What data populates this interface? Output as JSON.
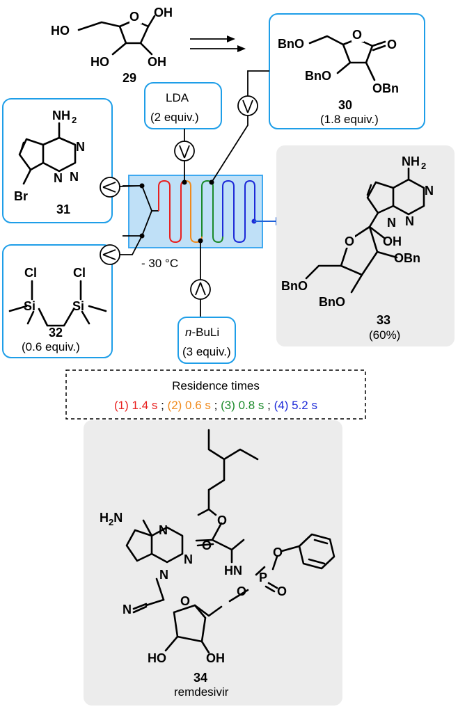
{
  "compounds": {
    "c29": {
      "number": "29"
    },
    "c30": {
      "number": "30",
      "equiv": "(1.8 equiv.)"
    },
    "c31": {
      "number": "31"
    },
    "c32": {
      "number": "32",
      "equiv": "(0.6 equiv.)"
    },
    "c33": {
      "number": "33",
      "yield": "(60%)"
    },
    "c34": {
      "number": "34",
      "name": "remdesivir"
    }
  },
  "reagents": {
    "lda": {
      "name": "LDA",
      "equiv": "(2 equiv.)"
    },
    "nbuli": {
      "prefix": "n",
      "name": "-BuLi",
      "equiv": "(3 equiv.)"
    }
  },
  "temperature": "- 30 °C",
  "residence": {
    "title": "Residence times",
    "items": [
      {
        "label": "(1) 1.4 s",
        "color": "#e8201f"
      },
      {
        "label": "(2) 0.6 s",
        "color": "#f08a1c"
      },
      {
        "label": "(3) 0.8 s",
        "color": "#1b8a2a"
      },
      {
        "label": "(4) 5.2 s",
        "color": "#1d2ad8"
      }
    ],
    "separator": ";"
  },
  "atoms": {
    "HO": "HO",
    "OH": "OH",
    "O": "O",
    "BnO": "BnO",
    "OBn": "OBn",
    "NH2_N": "NH",
    "sub2": "2",
    "H2N_H": "H",
    "H2N_N": "N",
    "N": "N",
    "Br": "Br",
    "Cl": "Cl",
    "Si": "Si",
    "HN": "HN",
    "P": "P",
    "NCN": "N"
  },
  "colors": {
    "reactor_fill": "#bfe0f7",
    "box_border": "#1e9ee8",
    "grey_box": "#ececec",
    "outlet_arrow": "#1d5fd8"
  }
}
